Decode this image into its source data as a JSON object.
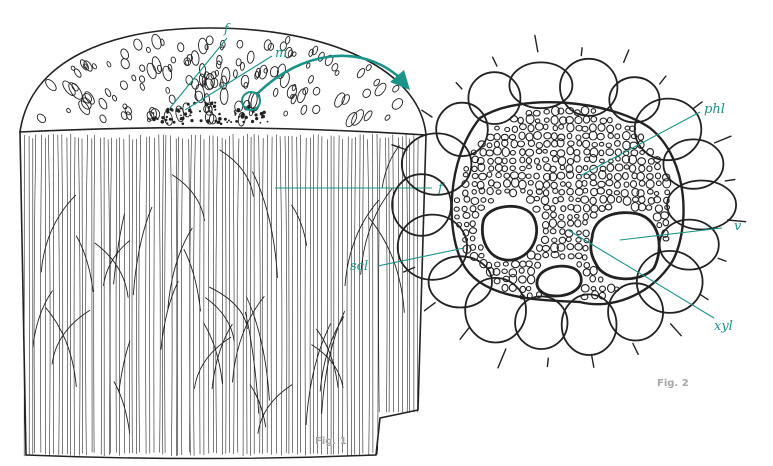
{
  "figure1": {
    "label_f_top": "f",
    "label_m": "m",
    "label_f_side": "f",
    "caption": "Fig. 1"
  },
  "figure2": {
    "label_phl": "phl",
    "label_v": "v",
    "label_scl": "scl",
    "label_xyl": "xyl",
    "caption": "Fig. 2"
  },
  "colors": {
    "accent": "#1a9488",
    "ink": "#222222",
    "caption": "#a7a7a7"
  }
}
